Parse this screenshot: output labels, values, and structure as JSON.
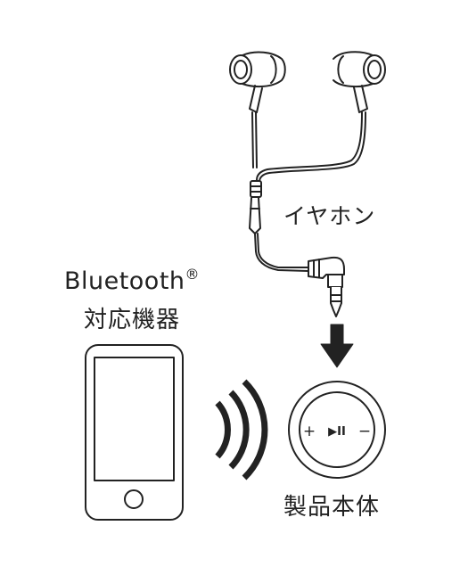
{
  "labels": {
    "bluetooth_name": "Bluetooth",
    "bluetooth_mark": "®",
    "bluetooth_device": "対応機器",
    "earphones": "イヤホン",
    "product_body": "製品本体"
  },
  "product_controls": {
    "plus": "+",
    "play_pause": "▶II",
    "minus": "−"
  },
  "icons": {
    "phone": "smartphone-icon",
    "waves": "bluetooth-signal-waves-icon",
    "arrow": "down-arrow-icon"
  },
  "colors": {
    "line": "#222222",
    "background": "#ffffff"
  }
}
